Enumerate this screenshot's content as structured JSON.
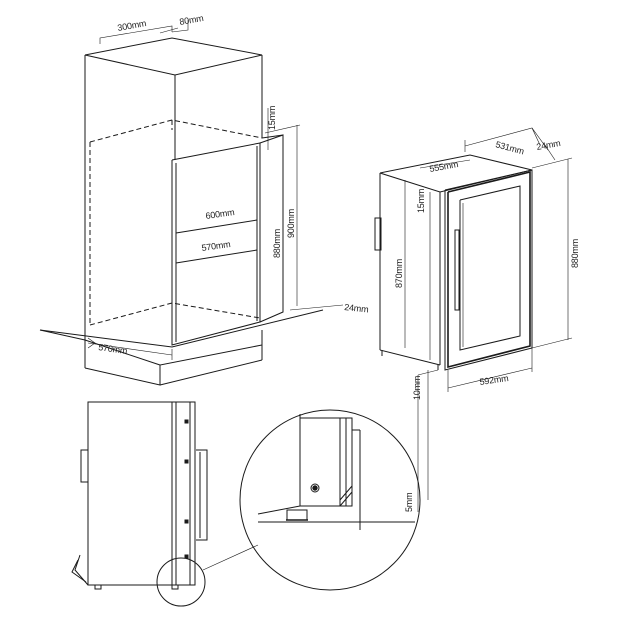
{
  "dimensions": {
    "top_depth": "300mm",
    "top_gap": "80mm",
    "side_top_gap": "15mm",
    "opening_depth": "600mm",
    "unit_depth": "570mm",
    "opening_height": "880mm",
    "overall_height": "900mm",
    "door_offset": "24mm",
    "base_depth": "570mm",
    "iso_top_width": "531mm",
    "iso_top_depth": "555mm",
    "iso_door_step": "24mm",
    "iso_top_clearance": "15mm",
    "iso_cabinet_height": "870mm",
    "iso_overall_height": "880mm",
    "iso_door_width": "592mm",
    "foot_height": "10mm",
    "foot_gap": "5mm"
  }
}
